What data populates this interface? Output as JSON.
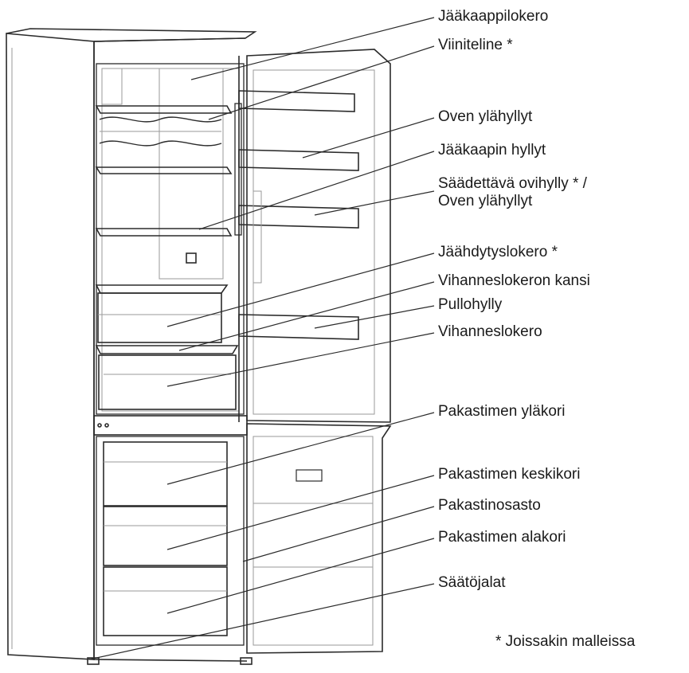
{
  "diagram": {
    "labels": [
      {
        "id": "jaakaappilokero",
        "lines": [
          "Jääkaappilokero"
        ]
      },
      {
        "id": "viiniteline",
        "lines": [
          "Viiniteline *"
        ]
      },
      {
        "id": "oven-ylahyllyt",
        "lines": [
          "Oven ylähyllyt"
        ]
      },
      {
        "id": "jaakaapin-hyllyt",
        "lines": [
          "Jääkaapin hyllyt"
        ]
      },
      {
        "id": "saadettava-ovihylly",
        "lines": [
          "Säädettävä ovihylly * /",
          "Oven ylähyllyt"
        ]
      },
      {
        "id": "jaahdytyslokero",
        "lines": [
          "Jäähdytyslokero *"
        ]
      },
      {
        "id": "vihanneslokeron-kansi",
        "lines": [
          "Vihanneslokeron kansi"
        ]
      },
      {
        "id": "pullohylly",
        "lines": [
          "Pullohylly"
        ]
      },
      {
        "id": "vihanneslokero",
        "lines": [
          "Vihanneslokero"
        ]
      },
      {
        "id": "pakastimen-ylakori",
        "lines": [
          "Pakastimen yläkori"
        ]
      },
      {
        "id": "pakastimen-keskikori",
        "lines": [
          "Pakastimen keskikori"
        ]
      },
      {
        "id": "pakastinosasto",
        "lines": [
          "Pakastinosasto"
        ]
      },
      {
        "id": "pakastimen-alakori",
        "lines": [
          "Pakastimen alakori"
        ]
      },
      {
        "id": "saatojalat",
        "lines": [
          "Säätöjalat"
        ]
      }
    ],
    "footnote": "* Joissakin malleissa",
    "colors": {
      "line": "#2b2b2b",
      "light_line": "#9a9a9a",
      "text": "#1a1a1a"
    }
  }
}
